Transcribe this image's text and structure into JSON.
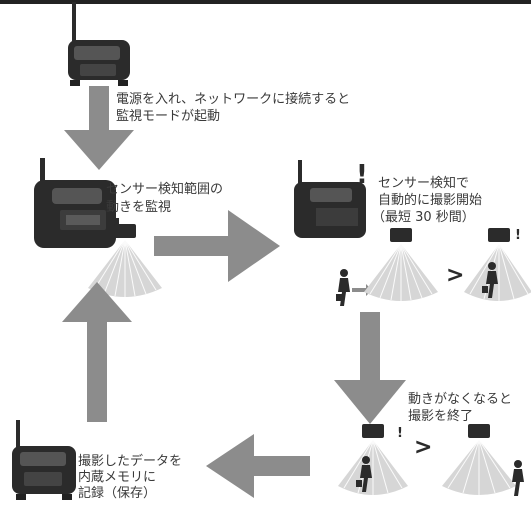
{
  "steps": {
    "step1_text": [
      "電源を入れ、ネットワークに接続すると",
      "監視モードが起動"
    ],
    "step2_text": [
      "センサー検知範囲の",
      "動きを監視"
    ],
    "step3_text": [
      "センサー検知で",
      "自動的に撮影開始",
      "（最短 30 秒間）"
    ],
    "step4_text": [
      "動きがなくなると",
      "撮影を終了"
    ],
    "step5_text": [
      "撮影したデータを",
      "内蔵メモリに",
      "記録（保存）"
    ]
  },
  "symbols": {
    "alert_mark": "!",
    "sequence_mark": ">"
  },
  "colors": {
    "arrow": "#8c8c8c",
    "camera_body": "#2b2b2b",
    "beam": "#d6d6d6"
  }
}
